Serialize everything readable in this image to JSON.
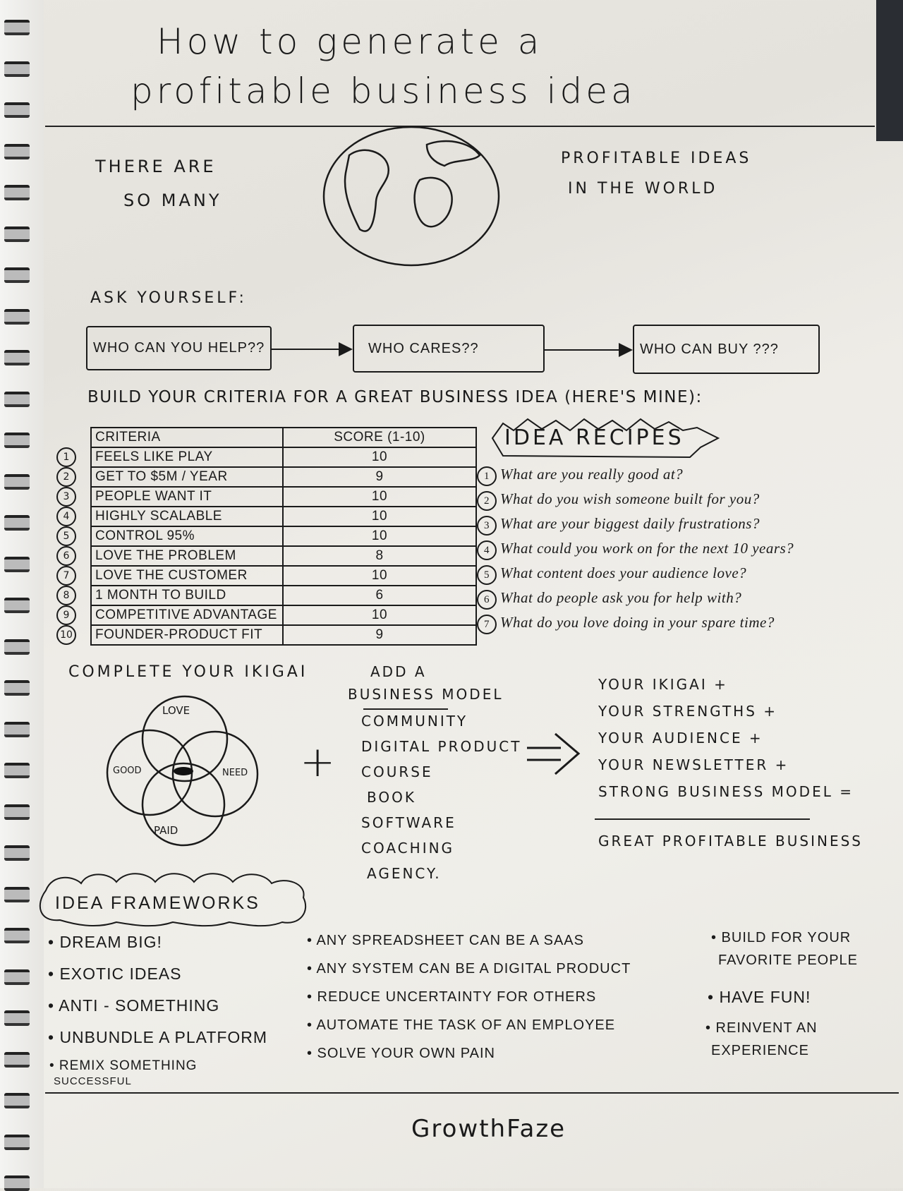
{
  "title": {
    "line1": "How to generate a",
    "line2": "profitable business idea"
  },
  "intro": {
    "left_line1": "THERE ARE",
    "left_line2": "SO MANY",
    "right_line1": "PROFITABLE IDEAS",
    "right_line2": "IN THE WORLD",
    "icon": "globe-icon"
  },
  "ask": {
    "heading": "ASK YOURSELF:",
    "steps": [
      "WHO CAN YOU HELP??",
      "WHO CARES??",
      "WHO CAN BUY ???"
    ]
  },
  "criteria": {
    "heading": "BUILD YOUR CRITERIA FOR A GREAT BUSINESS IDEA (HERE'S MINE):",
    "columns": [
      "CRITERIA",
      "SCORE (1-10)"
    ],
    "rows": [
      {
        "n": "1",
        "label": "FEELS LIKE PLAY",
        "score": "10"
      },
      {
        "n": "2",
        "label": "GET TO $5M / YEAR",
        "score": "9"
      },
      {
        "n": "3",
        "label": "PEOPLE WANT IT",
        "score": "10"
      },
      {
        "n": "4",
        "label": "HIGHLY SCALABLE",
        "score": "10"
      },
      {
        "n": "5",
        "label": "CONTROL 95%",
        "score": "10"
      },
      {
        "n": "6",
        "label": "LOVE THE PROBLEM",
        "score": "8"
      },
      {
        "n": "7",
        "label": "LOVE THE CUSTOMER",
        "score": "10"
      },
      {
        "n": "8",
        "label": "1 MONTH TO BUILD",
        "score": "6"
      },
      {
        "n": "9",
        "label": "COMPETITIVE ADVANTAGE",
        "score": "10"
      },
      {
        "n": "10",
        "label": "FOUNDER-PRODUCT FIT",
        "score": "9"
      }
    ]
  },
  "recipes": {
    "title": "IDEA RECIPES",
    "items": [
      {
        "n": "1",
        "text": "What are you really good at?"
      },
      {
        "n": "2",
        "text": "What do you wish someone built for you?"
      },
      {
        "n": "3",
        "text": "What are your biggest daily frustrations?"
      },
      {
        "n": "4",
        "text": "What could you work on for the next 10 years?"
      },
      {
        "n": "5",
        "text": "What content does your audience love?"
      },
      {
        "n": "6",
        "text": "What do people ask you for help with?"
      },
      {
        "n": "7",
        "text": "What do you love doing in your spare time?"
      }
    ]
  },
  "ikigai": {
    "heading": "COMPLETE YOUR IKIGAI",
    "circles": [
      "LOVE",
      "GOOD",
      "NEED",
      "PAID"
    ],
    "plus": "+"
  },
  "business_model": {
    "line1": "ADD A",
    "line2": "BUSINESS MODEL",
    "items": [
      "COMMUNITY",
      "DIGITAL PRODUCT",
      "COURSE",
      "BOOK",
      "SOFTWARE",
      "COACHING",
      "AGENCY."
    ]
  },
  "equation": {
    "items": [
      "YOUR IKIGAI +",
      "YOUR STRENGTHS +",
      "YOUR AUDIENCE +",
      "YOUR NEWSLETTER +",
      "STRONG BUSINESS MODEL ="
    ],
    "result": "GREAT PROFITABLE BUSINESS"
  },
  "frameworks": {
    "title": "IDEA FRAMEWORKS",
    "col1": [
      "• DREAM BIG!",
      "• EXOTIC IDEAS",
      "• ANTI - SOMETHING",
      "• UNBUNDLE A PLATFORM"
    ],
    "col1_extra": {
      "line1": "• REMIX SOMETHING",
      "line2": "SUCCESSFUL"
    },
    "col2": [
      "• ANY SPREADSHEET CAN BE A SAAS",
      "• ANY SYSTEM CAN BE A DIGITAL PRODUCT",
      "• REDUCE UNCERTAINTY FOR OTHERS",
      "• AUTOMATE THE TASK OF AN EMPLOYEE",
      "• SOLVE YOUR OWN PAIN"
    ],
    "col3": {
      "a1": "• BUILD FOR YOUR",
      "a2": "FAVORITE PEOPLE",
      "b": "• HAVE FUN!",
      "c1": "• REINVENT AN",
      "c2": "EXPERIENCE"
    }
  },
  "footer": {
    "signature": "GrowthFaze"
  }
}
